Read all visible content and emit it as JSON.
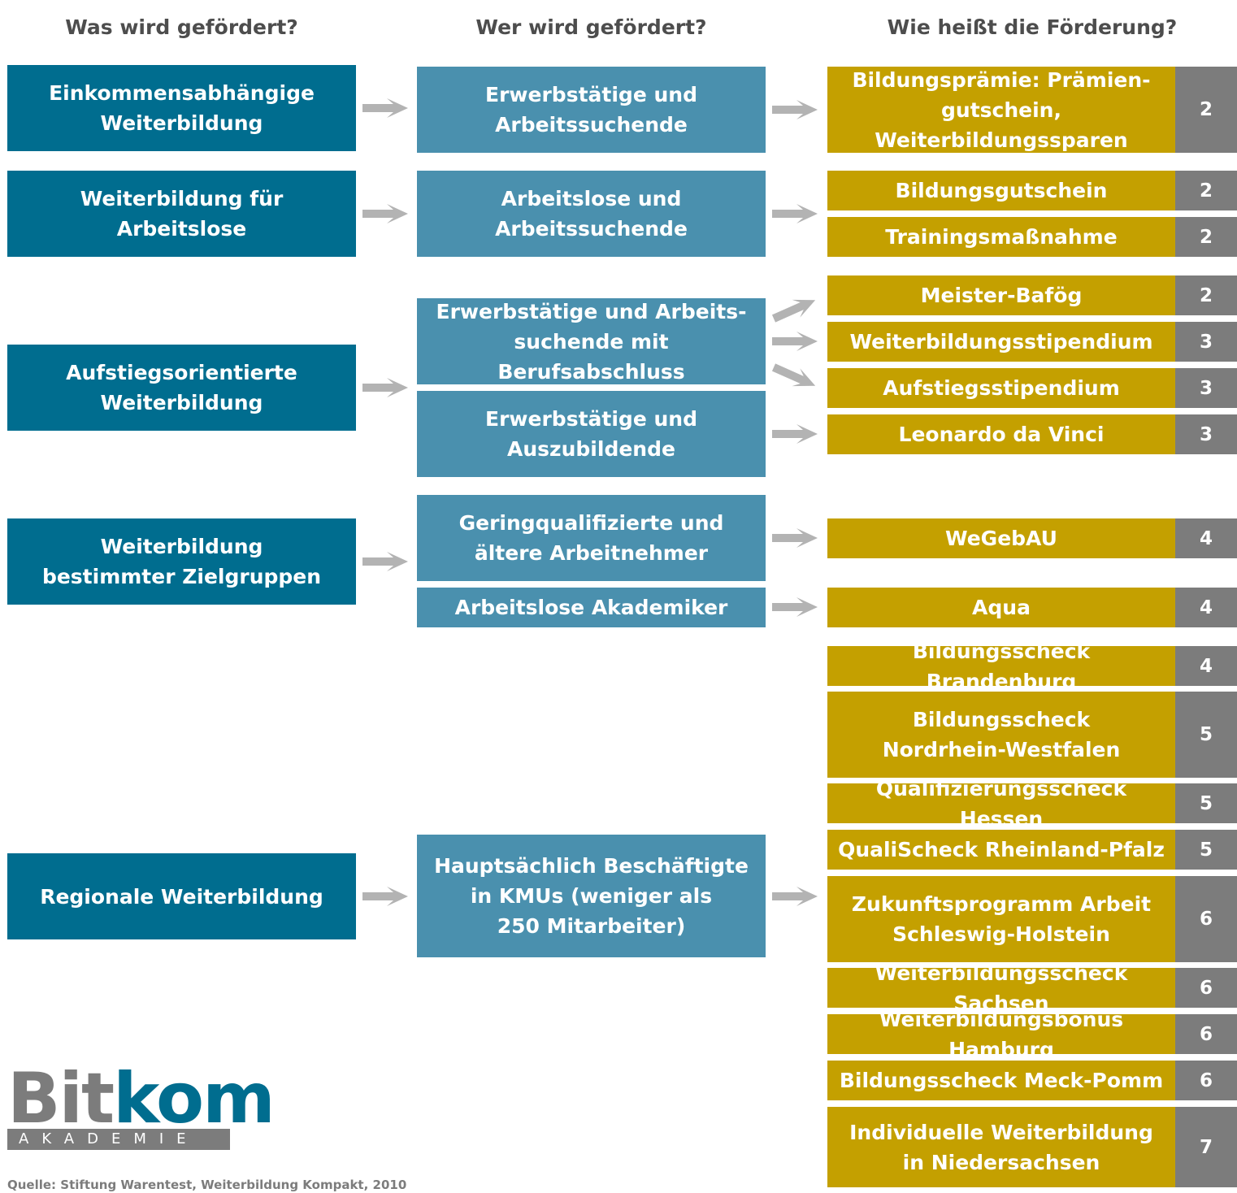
{
  "headers": {
    "what": "Was wird gefördert?",
    "who": "Wer wird gefördert?",
    "name": "Wie heißt die Förderung?"
  },
  "categories": [
    "Einkommensabhängige\nWeiterbildung",
    "Weiterbildung für\nArbeitslose",
    "Aufstiegsorientierte\nWeiterbildung",
    "Weiterbildung\nbestimmter Zielgruppen",
    "Regionale Weiterbildung"
  ],
  "target_groups": [
    "Erwerbstätige und\nArbeitssuchende",
    "Arbeitslose und\nArbeitssuchende",
    "Erwerbstätige und Arbeits-\nsuchende mit Berufsabschluss",
    "Erwerbstätige und\nAuszubildende",
    "Geringqualifizierte und\nältere Arbeitnehmer",
    "Arbeitslose Akademiker",
    "Hauptsächlich Beschäftigte\nin KMUs (weniger als\n250 Mitarbeiter)"
  ],
  "programs": [
    {
      "name": "Bildungsprämie: Prämien-\ngutschein, Weiterbildungssparen",
      "number": "2"
    },
    {
      "name": "Bildungsgutschein",
      "number": "2"
    },
    {
      "name": "Trainingsmaßnahme",
      "number": "2"
    },
    {
      "name": "Meister-Bafög",
      "number": "2"
    },
    {
      "name": "Weiterbildungsstipendium",
      "number": "3"
    },
    {
      "name": "Aufstiegsstipendium",
      "number": "3"
    },
    {
      "name": "Leonardo da Vinci",
      "number": "3"
    },
    {
      "name": "WeGebAU",
      "number": "4"
    },
    {
      "name": "Aqua",
      "number": "4"
    },
    {
      "name": "Bildungsscheck Brandenburg",
      "number": "4"
    },
    {
      "name": "Bildungsscheck\nNordrhein-Westfalen",
      "number": "5"
    },
    {
      "name": "Qualifizierungsscheck Hessen",
      "number": "5"
    },
    {
      "name": "QualiScheck Rheinland-Pfalz",
      "number": "5"
    },
    {
      "name": "Zukunftsprogramm Arbeit\nSchleswig-Holstein",
      "number": "6"
    },
    {
      "name": "Weiterbildungsscheck Sachsen",
      "number": "6"
    },
    {
      "name": "Weiterbildungsbonus Hamburg",
      "number": "6"
    },
    {
      "name": "Bildungsscheck Meck-Pomm",
      "number": "6"
    },
    {
      "name": "Individuelle Weiterbildung\nin Niedersachsen",
      "number": "7"
    }
  ],
  "logo": {
    "word_part1": "Bit",
    "word_part2": "kom",
    "subline": "AKADEMIE"
  },
  "source": "Quelle: Stiftung Warentest, Weiterbildung Kompakt, 2010",
  "colors": {
    "category": "#006d8f",
    "target_group": "#4a90ae",
    "program": "#c4a000",
    "number": "#7c7c7c",
    "arrow": "#b3b3b3"
  }
}
